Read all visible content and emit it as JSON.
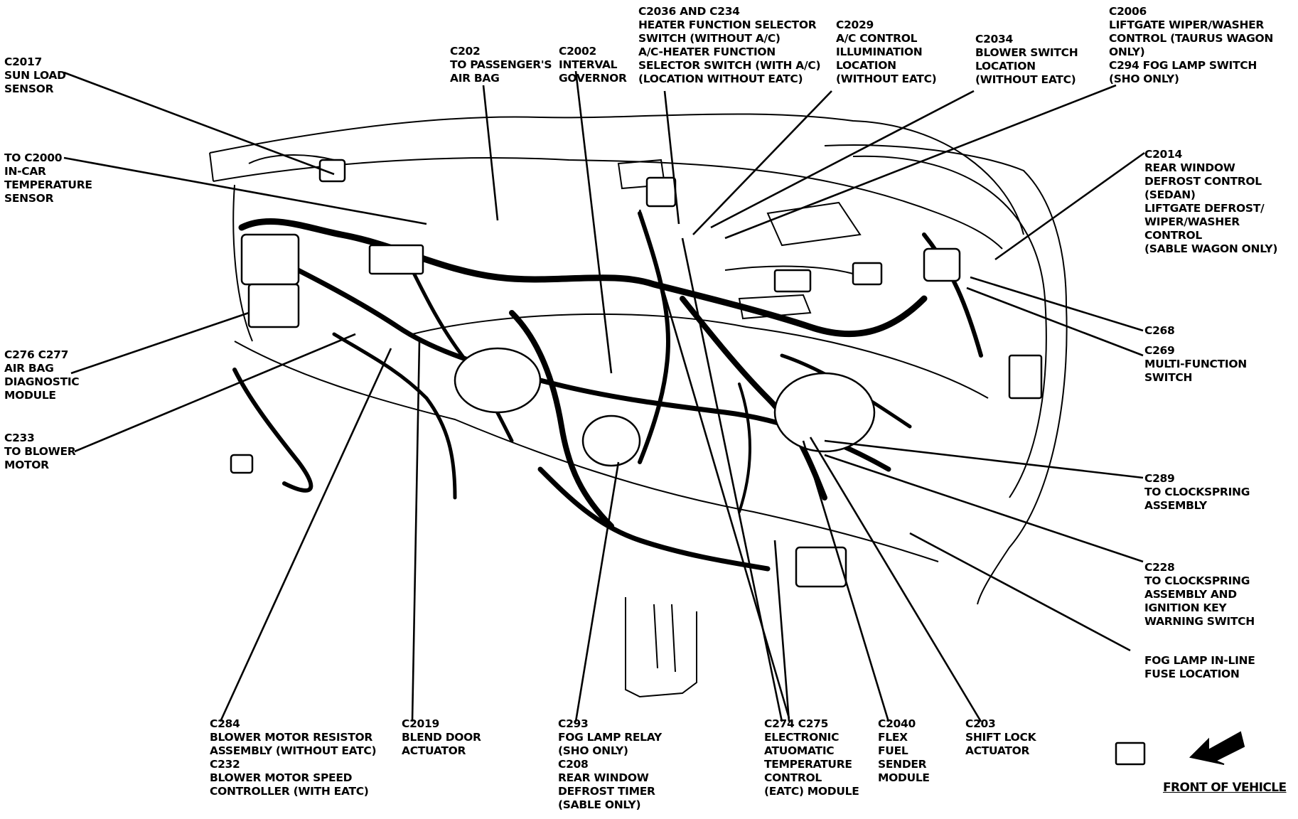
{
  "front_of_vehicle": "FRONT OF VEHICLE",
  "labels": [
    {
      "key": "c2017",
      "lines": [
        "C2017",
        "SUN LOAD",
        "SENSOR"
      ]
    },
    {
      "key": "c2000",
      "lines": [
        "TO C2000",
        "IN-CAR",
        "TEMPERATURE",
        "SENSOR"
      ]
    },
    {
      "key": "c276",
      "lines": [
        "C276 C277",
        "AIR BAG",
        "DIAGNOSTIC",
        "MODULE"
      ]
    },
    {
      "key": "c233",
      "lines": [
        "C233",
        "TO BLOWER",
        "MOTOR"
      ]
    },
    {
      "key": "c202",
      "lines": [
        "C202",
        "TO PASSENGER'S",
        "AIR BAG"
      ]
    },
    {
      "key": "c2002",
      "lines": [
        "C2002",
        "INTERVAL",
        "GOVERNOR"
      ]
    },
    {
      "key": "c2036",
      "lines": [
        "C2036 AND C234",
        "HEATER FUNCTION SELECTOR",
        "SWITCH (WITHOUT A/C)",
        "A/C-HEATER FUNCTION",
        "SELECTOR SWITCH (WITH A/C)",
        "(LOCATION WITHOUT EATC)"
      ]
    },
    {
      "key": "c2029",
      "lines": [
        "C2029",
        "A/C CONTROL",
        "ILLUMINATION",
        "LOCATION",
        "(WITHOUT EATC)"
      ]
    },
    {
      "key": "c2034",
      "lines": [
        "C2034",
        "BLOWER SWITCH",
        "LOCATION",
        "(WITHOUT EATC)"
      ]
    },
    {
      "key": "c2006",
      "lines": [
        "C2006",
        "LIFTGATE WIPER/WASHER",
        "CONTROL (TAURUS WAGON",
        "ONLY)",
        "C294 FOG LAMP SWITCH",
        "(SHO ONLY)"
      ]
    },
    {
      "key": "c2014",
      "lines": [
        "C2014",
        "REAR WINDOW",
        "DEFROST CONTROL",
        "(SEDAN)",
        "LIFTGATE DEFROST/",
        "WIPER/WASHER",
        "CONTROL",
        "(SABLE WAGON ONLY)"
      ]
    },
    {
      "key": "c268",
      "lines": [
        "C268"
      ]
    },
    {
      "key": "c269",
      "lines": [
        "C269",
        "MULTI-FUNCTION",
        "SWITCH"
      ]
    },
    {
      "key": "c289",
      "lines": [
        "C289",
        "TO CLOCKSPRING",
        "ASSEMBLY"
      ]
    },
    {
      "key": "c228",
      "lines": [
        "C228",
        "TO CLOCKSPRING",
        "ASSEMBLY AND",
        "IGNITION KEY",
        "WARNING SWITCH"
      ]
    },
    {
      "key": "fog",
      "lines": [
        "FOG LAMP IN-LINE",
        "FUSE LOCATION"
      ]
    },
    {
      "key": "c284",
      "lines": [
        "C284",
        "BLOWER MOTOR RESISTOR",
        "ASSEMBLY (WITHOUT EATC)",
        "C232",
        "BLOWER MOTOR SPEED",
        "CONTROLLER (WITH EATC)"
      ]
    },
    {
      "key": "c2019",
      "lines": [
        "C2019",
        "BLEND DOOR",
        "ACTUATOR"
      ]
    },
    {
      "key": "c293",
      "lines": [
        "C293",
        "FOG LAMP RELAY",
        "(SHO ONLY)",
        "C208",
        "REAR WINDOW",
        "DEFROST TIMER",
        "(SABLE ONLY)"
      ]
    },
    {
      "key": "c274",
      "lines": [
        "C274 C275",
        "ELECTRONIC",
        "ATUOMATIC",
        "TEMPERATURE",
        "CONTROL",
        "(EATC) MODULE"
      ]
    },
    {
      "key": "c2040",
      "lines": [
        "C2040",
        "FLEX",
        "FUEL",
        "SENDER",
        "MODULE"
      ]
    },
    {
      "key": "c203",
      "lines": [
        "C203",
        "SHIFT LOCK",
        "ACTUATOR"
      ]
    }
  ]
}
